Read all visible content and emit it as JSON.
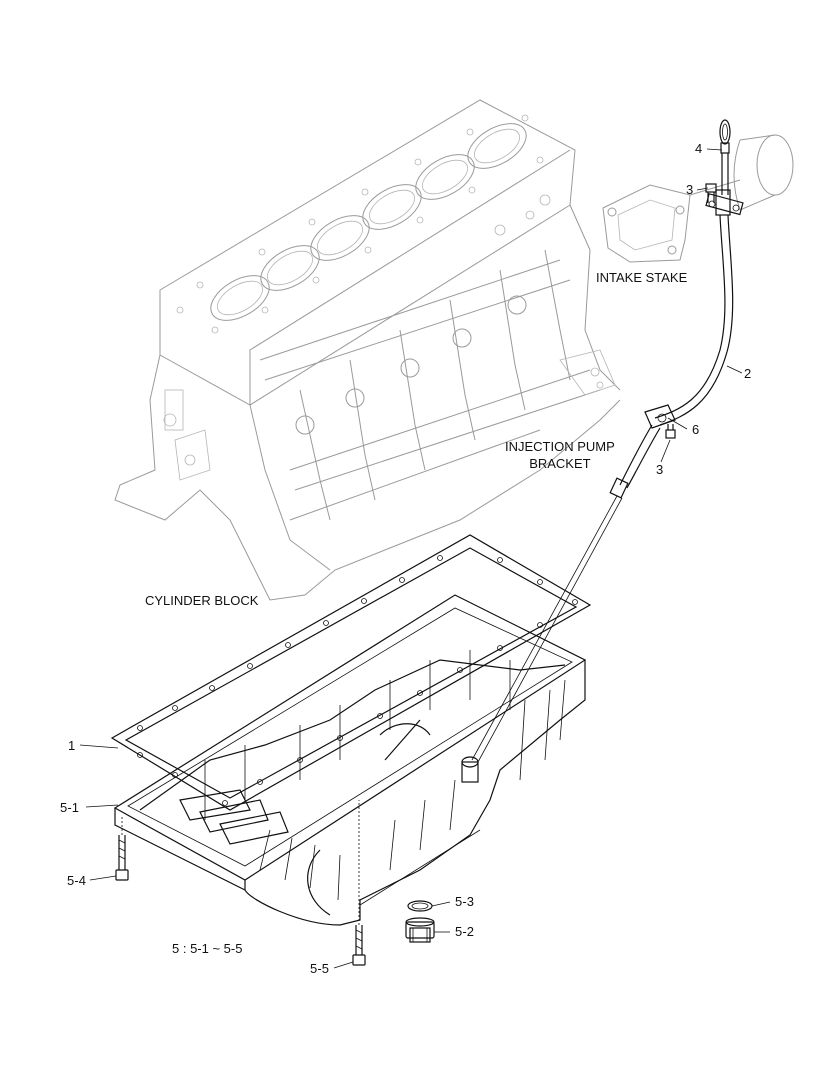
{
  "captions": {
    "cylinder_block": "CYLINDER BLOCK",
    "intake_stake": "INTAKE STAKE",
    "injection_pump_bracket_line1": "INJECTION PUMP",
    "injection_pump_bracket_line2": "BRACKET",
    "note": "5 : 5-1 ~ 5-5"
  },
  "callouts": {
    "c4": "4",
    "c3_top": "3",
    "c2": "2",
    "c6": "6",
    "c3_bottom": "3",
    "c1": "1",
    "c5_1": "5-1",
    "c5_4": "5-4",
    "c5_3": "5-3",
    "c5_2": "5-2",
    "c5_5": "5-5"
  }
}
